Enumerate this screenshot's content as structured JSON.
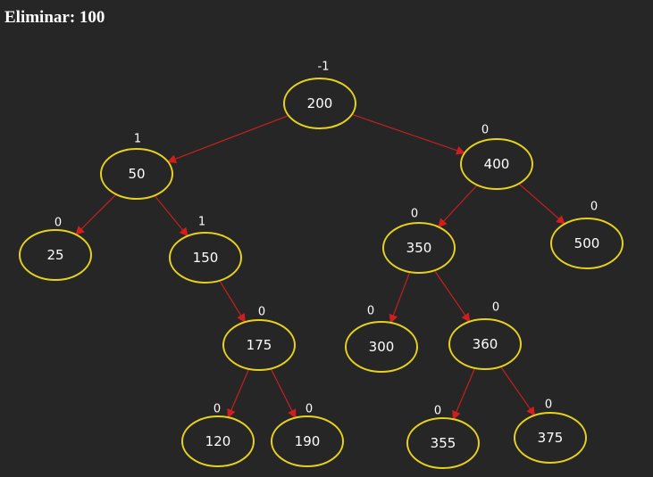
{
  "header": {
    "title": "Eliminar: 100"
  },
  "colors": {
    "background": "#262626",
    "node_outline": "#e6d21e",
    "edge": "#c42020",
    "text": "#ffffff"
  },
  "tree": {
    "nodes": [
      {
        "id": "n200",
        "value": "200",
        "balance": "-1"
      },
      {
        "id": "n50",
        "value": "50",
        "balance": "1"
      },
      {
        "id": "n400",
        "value": "400",
        "balance": "0"
      },
      {
        "id": "n25",
        "value": "25",
        "balance": "0"
      },
      {
        "id": "n150",
        "value": "150",
        "balance": "1"
      },
      {
        "id": "n350",
        "value": "350",
        "balance": "0"
      },
      {
        "id": "n500",
        "value": "500",
        "balance": "0"
      },
      {
        "id": "n175",
        "value": "175",
        "balance": "0"
      },
      {
        "id": "n300",
        "value": "300",
        "balance": "0"
      },
      {
        "id": "n360",
        "value": "360",
        "balance": "0"
      },
      {
        "id": "n120",
        "value": "120",
        "balance": "0"
      },
      {
        "id": "n190",
        "value": "190",
        "balance": "0"
      },
      {
        "id": "n355",
        "value": "355",
        "balance": "0"
      },
      {
        "id": "n375",
        "value": "375",
        "balance": "0"
      }
    ],
    "edges": [
      {
        "from": "n200",
        "to": "n50"
      },
      {
        "from": "n200",
        "to": "n400"
      },
      {
        "from": "n50",
        "to": "n25"
      },
      {
        "from": "n50",
        "to": "n150"
      },
      {
        "from": "n150",
        "to": "n175"
      },
      {
        "from": "n175",
        "to": "n120"
      },
      {
        "from": "n175",
        "to": "n190"
      },
      {
        "from": "n400",
        "to": "n350"
      },
      {
        "from": "n400",
        "to": "n500"
      },
      {
        "from": "n350",
        "to": "n300"
      },
      {
        "from": "n350",
        "to": "n360"
      },
      {
        "from": "n360",
        "to": "n355"
      },
      {
        "from": "n360",
        "to": "n375"
      }
    ]
  }
}
